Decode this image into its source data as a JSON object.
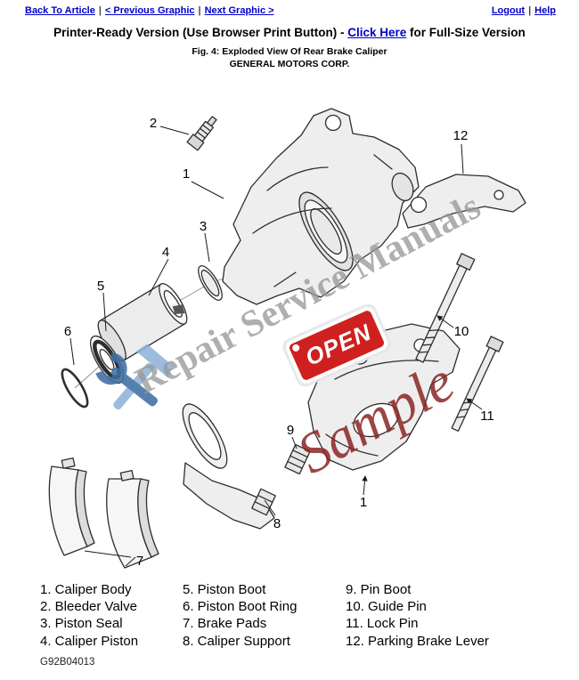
{
  "nav": {
    "back_to_article": "Back To Article",
    "previous_graphic": "< Previous Graphic",
    "next_graphic": "Next Graphic >",
    "logout": "Logout",
    "help": "Help",
    "separator": "|"
  },
  "header": {
    "printer_ready_prefix": "Printer-Ready Version (Use Browser Print Button) - ",
    "click_here_label": "Click Here",
    "printer_ready_suffix": " for Full-Size Version",
    "figure_caption": "Fig. 4: Exploded View Of Rear Brake Caliper",
    "company": "GENERAL MOTORS CORP."
  },
  "diagram": {
    "callout_labels": [
      "1",
      "2",
      "3",
      "4",
      "5",
      "6",
      "7",
      "8",
      "9",
      "10",
      "11",
      "12"
    ],
    "watermark_brand": "Repair Service Manuals",
    "watermark_sample": "Sample",
    "open_sign_text": "OPEN"
  },
  "legend": {
    "items": [
      "1. Caliper Body",
      "2. Bleeder Valve",
      "3. Piston Seal",
      "4. Caliper Piston",
      "5. Piston Boot",
      "6. Piston Boot Ring",
      "7. Brake Pads",
      "8. Caliper Support",
      "9. Pin Boot",
      "10. Guide Pin",
      "11. Lock Pin",
      "12. Parking Brake Lever"
    ]
  },
  "footer": {
    "figure_id": "G92B04013"
  },
  "colors": {
    "link_blue": "#0000cc",
    "watermark_gray": "#999999",
    "sample_red": "#8b2525",
    "open_sign_red": "#cf2020",
    "tool_icon_blue": "#3e6fa3"
  }
}
